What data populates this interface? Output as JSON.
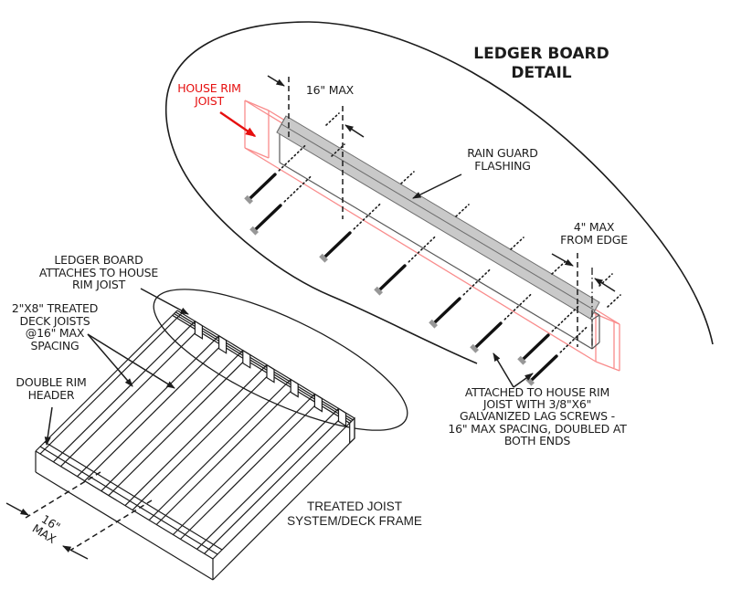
{
  "title": "LEDGER BOARD\nDETAIL",
  "detail": {
    "house_rim_joist_label": "HOUSE RIM\nJOIST",
    "screw_spacing_dim": "16\" MAX",
    "rain_guard_label": "RAIN GUARD\nFLASHING",
    "edge_distance_dim": "4\" MAX\nFROM EDGE",
    "attachment_note": "ATTACHED TO HOUSE RIM\nJOIST WITH 3/8\"X6\"\nGALVANIZED LAG SCREWS -\n16\" MAX SPACING, DOUBLED AT\nBOTH ENDS"
  },
  "deck_frame": {
    "ledger_attach_label": "LEDGER BOARD\nATTACHES TO HOUSE\nRIM JOIST",
    "joists_label": "2\"X8\" TREATED\nDECK JOISTS\n@16\" MAX\nSPACING",
    "rim_header_label": "DOUBLE RIM\nHEADER",
    "joist_spacing_dim": "16\"\nMAX",
    "system_label": "TREATED JOIST\nSYSTEM/DECK FRAME"
  },
  "colors": {
    "annotation_red": "#e60f0f",
    "rim_joist_red": "#f98c8c",
    "flashing_gray": "#c9c9c9",
    "flashing_edge": "#6f6f6f",
    "ink": "#1c1c1c"
  }
}
